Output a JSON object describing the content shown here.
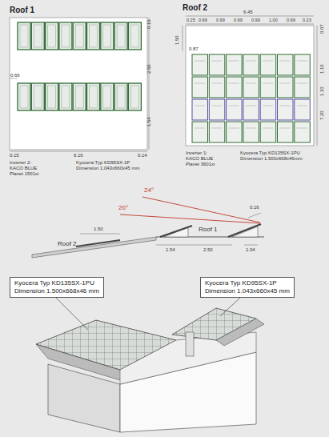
{
  "diagram": {
    "nodes": [
      {
        "text": [
          "Kyocera Typ KD135SX-1PU",
          "Dimension 1.500x668x46 mm"
        ]
      },
      {
        "text": [
          "Kyocera Typ KD95SX-1P",
          "Dimension 1.043x660x45 mm"
        ]
      }
    ],
    "labels": [
      "Roof 1",
      "0.16",
      "2.50",
      "1.54",
      "0.66",
      "0.15",
      "6.16",
      "0.14",
      "Inverter 2: KACO BLUE Planet 1501xi",
      "Kyocera Typ KD95SX-1P Dimension 1.043x660x45 mm",
      "Roof 2",
      "6.45",
      "0.25",
      "0.99",
      "0.99",
      "0.99",
      "0.99",
      "1.00",
      "0.99",
      "0.23",
      "1.50",
      "0.87",
      "0.07",
      "1.10",
      "1.10",
      "7.20",
      "Inverter 1: KACO BLUE Planet 3601xi",
      "Kyocera Typ KD135SX-1PU Dimension 1.500x668x46mm",
      "24°",
      "20°",
      "Roof 1",
      "Roof 2",
      "1.50",
      "1.54",
      "2.50",
      "1.04",
      "0.16"
    ]
  }
}
